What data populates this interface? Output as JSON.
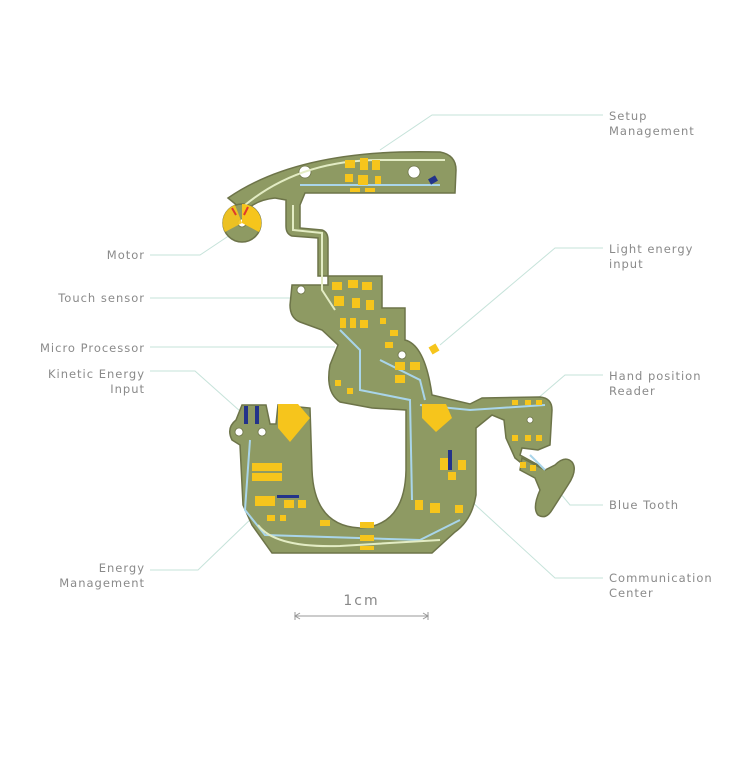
{
  "labels": {
    "setup": [
      "Setup",
      "Management"
    ],
    "motor": [
      "Motor"
    ],
    "touch": [
      "Touch sensor"
    ],
    "micro": [
      "Micro Processor"
    ],
    "kinetic": [
      "Kinetic Energy",
      "Input"
    ],
    "light": [
      "Light energy",
      "input"
    ],
    "hand": [
      "Hand position",
      "Reader"
    ],
    "bluetooth": [
      "Blue Tooth"
    ],
    "energy": [
      "Energy",
      "Management"
    ],
    "comm": [
      "Communication",
      "Center"
    ]
  },
  "scale_bar": {
    "label": "1cm"
  },
  "colors": {
    "board": "#8e9a63",
    "outline": "#6d7449",
    "pad": "#f6c51c",
    "trace": "#a9d5ea",
    "trace2": "#e3ecc4",
    "leader": "#c6e3da",
    "chip": "#23338a",
    "text": "#8a8a8a"
  }
}
